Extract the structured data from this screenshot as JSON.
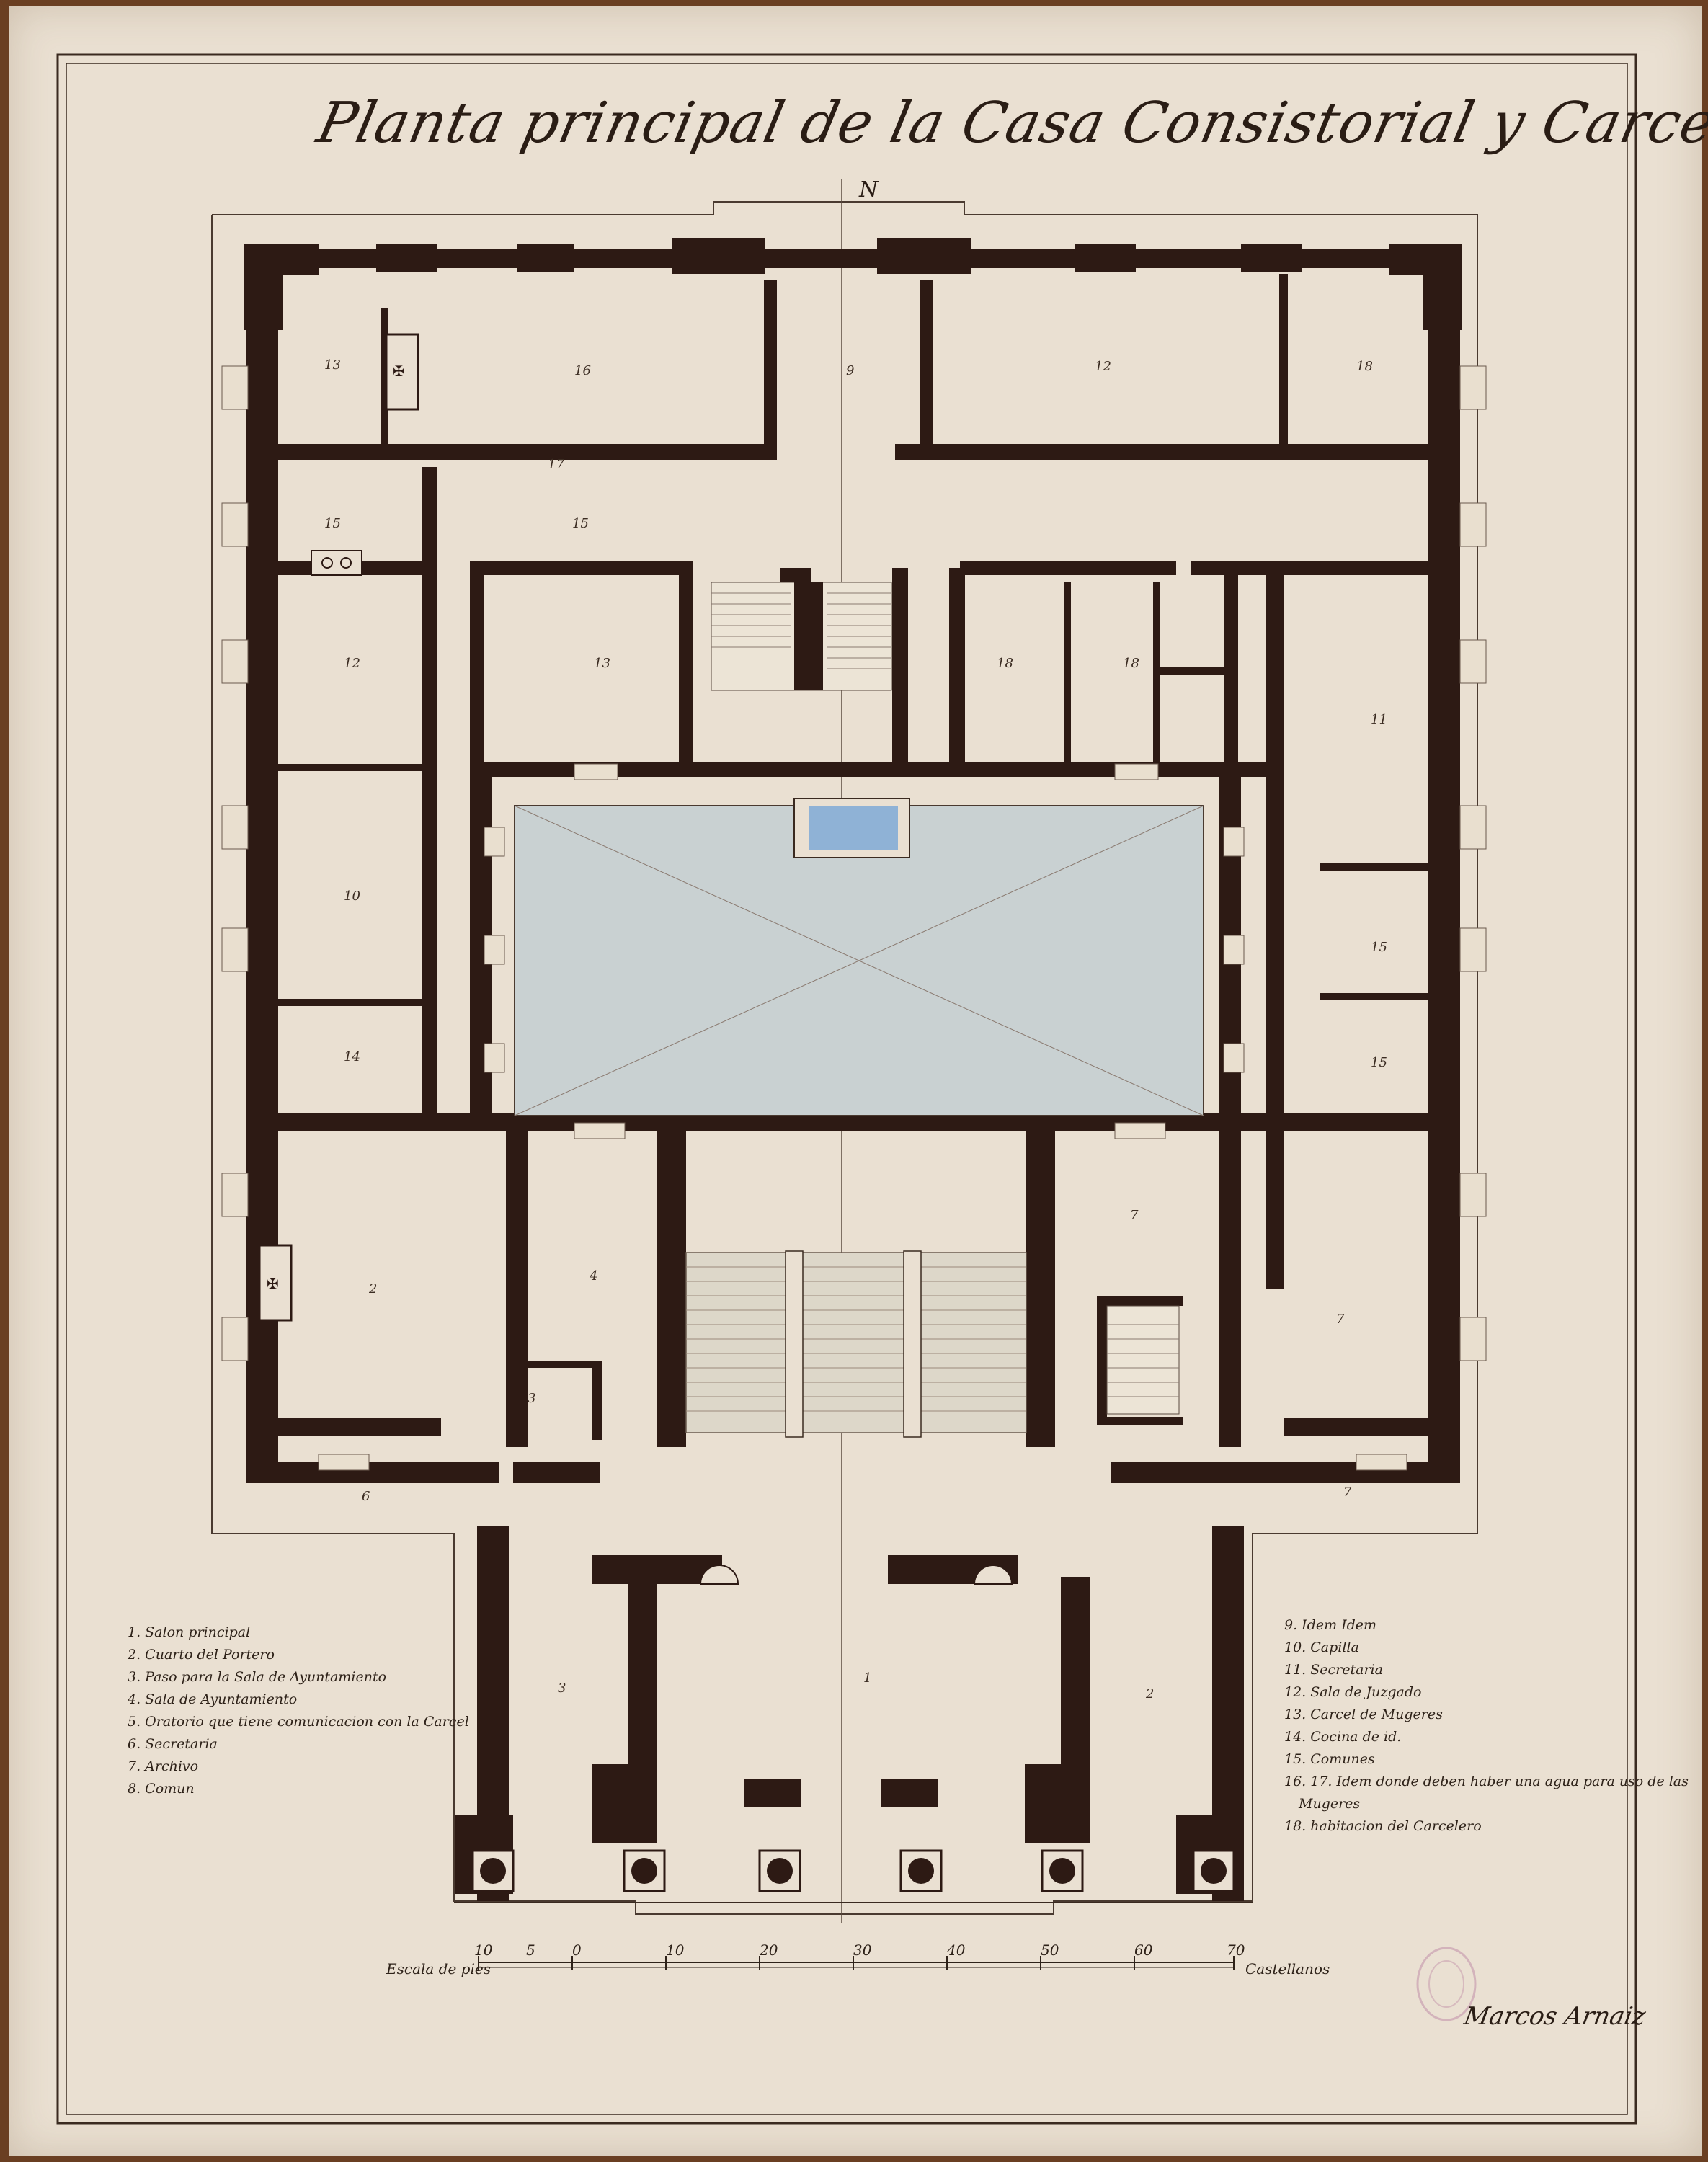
{
  "title": "Planta principal de la Casa Consistorial y Carcel.",
  "legend_left": [
    "1. Salon principal",
    "2. Cuarto del Portero",
    "3. Paso para la Sala de Ayuntamiento",
    "4. Sala de Ayuntamiento",
    "5. Oratorio que tiene comunicacion con la Carcel",
    "6. Secretaria",
    "7. Archivo",
    "8. Comun"
  ],
  "legend_right": [
    "9. Idem Idem",
    "10. Capilla",
    "11. Secretaria",
    "12. Sala de Juzgado",
    "13. Carcel de Mugeres",
    "14. Cocina de id.",
    "15. Comunes",
    "16. 17. Idem donde deben haber una agua para uso de las",
    "Mugeres",
    "18. habitacion del Carcelero"
  ],
  "scale": {
    "label": "Escala de pies",
    "ticks": [
      "10",
      "5",
      "0",
      "10",
      "20",
      "30",
      "40",
      "50",
      "60",
      "70"
    ],
    "unit": "Castellanos"
  },
  "signature": "Marcos Arnaiz",
  "room_numbers": [
    "13",
    "16",
    "9",
    "12",
    "18",
    "17",
    "15",
    "15",
    "12",
    "13",
    "18",
    "18",
    "11",
    "10",
    "14",
    "15",
    "15",
    "7",
    "4",
    "2",
    "3",
    "6",
    "7",
    "7",
    "3",
    "1",
    "2",
    "N"
  ],
  "colors": {
    "wall": "#2d1a14",
    "paper": "#eae0d2",
    "courtyard": "#c9d1d2",
    "staircase_fill": "#ddd7c9",
    "fountain": "#8fb2d6",
    "border": "#3a2a20"
  }
}
